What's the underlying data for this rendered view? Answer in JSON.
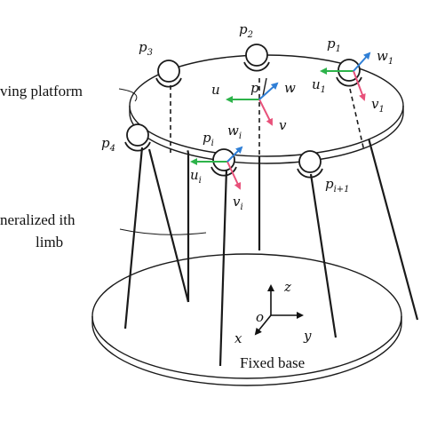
{
  "platform_label": "ving platform",
  "limb_label_line1": "neralized ith",
  "limb_label_line2": "limb",
  "base_label": "Fixed base",
  "joints": {
    "p1": {
      "main": "p",
      "sub": "1"
    },
    "p2": {
      "main": "p",
      "sub": "2"
    },
    "p3": {
      "main": "p",
      "sub": "3"
    },
    "p4": {
      "main": "p",
      "sub": "4"
    },
    "pi": {
      "main": "p",
      "sub": "i"
    },
    "pi1": {
      "main": "p",
      "sub": "i+1"
    },
    "p": {
      "main": "p",
      "sub": ""
    }
  },
  "vectors_center": {
    "u": "u",
    "v": "v",
    "w": "w"
  },
  "vectors_1": {
    "u": "u",
    "v": "v",
    "w": "w",
    "sub": "1"
  },
  "vectors_i": {
    "u": "u",
    "v": "v",
    "w": "w",
    "sub": "i"
  },
  "base_axes": {
    "origin": "o",
    "x": "x",
    "y": "y",
    "z": "z"
  },
  "colors": {
    "u": "#2db34a",
    "v": "#e8517a",
    "w": "#2f7fd6",
    "line": "#1a1a1a"
  }
}
